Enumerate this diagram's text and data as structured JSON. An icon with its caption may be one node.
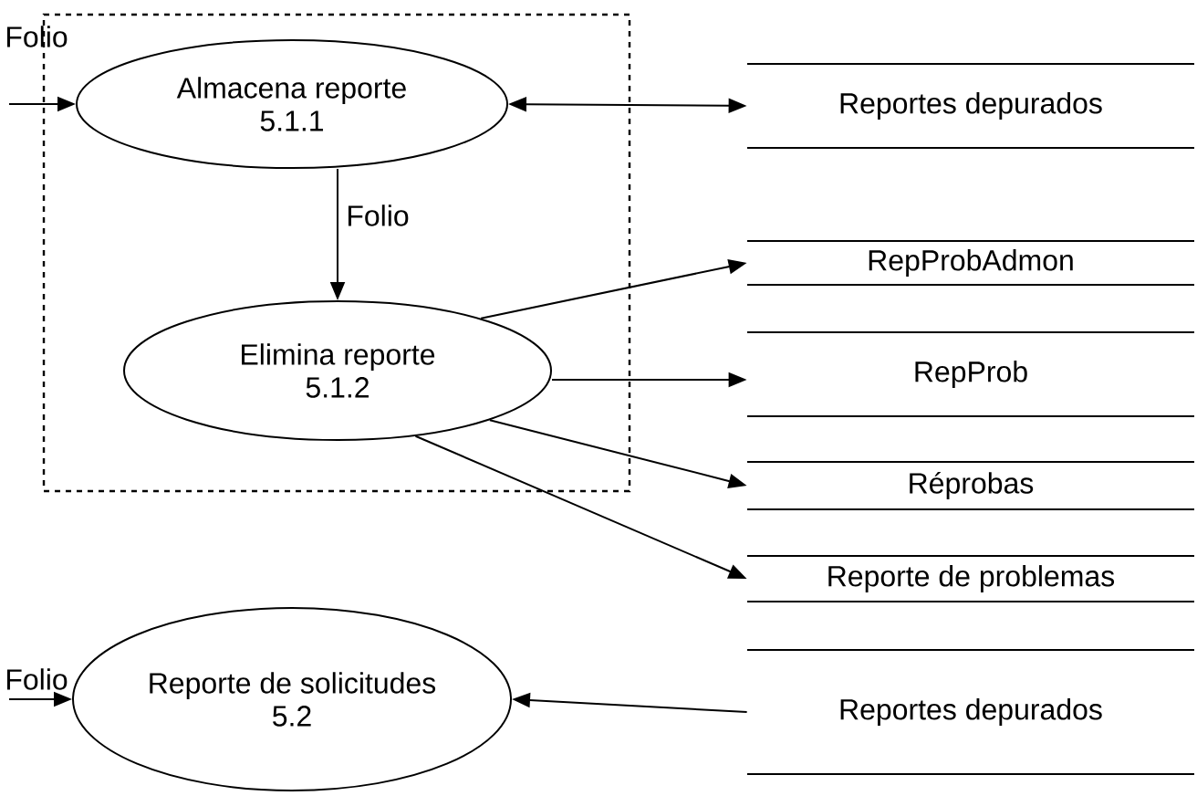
{
  "diagram": {
    "nodes": [
      {
        "text": [],
        "shape": "box"
      },
      {
        "text": [
          "Almacena reporte",
          "5.1.1"
        ],
        "in": 0
      },
      {
        "text": [
          "Elimina reporte",
          "5.1.2"
        ],
        "in": 0
      },
      {
        "text": [
          "Reporte de solicitudes",
          "5.2"
        ]
      },
      {
        "text": [
          "Reportes depurados"
        ]
      },
      {
        "text": [
          "RepProbAdmon"
        ]
      },
      {
        "text": [
          "RepProb"
        ]
      },
      {
        "text": [
          "Réprobas"
        ]
      },
      {
        "text": [
          "Reporte de problemas"
        ]
      },
      {
        "text": [
          "Reportes depurados"
        ]
      }
    ],
    "edges": [
      {
        "from": null,
        "to": 1,
        "arrow": "to",
        "label": "Folio"
      },
      {
        "from": 1,
        "to": 4,
        "arrow": "both"
      },
      {
        "from": 1,
        "to": 2,
        "arrow": "to",
        "label": "Folio"
      },
      {
        "from": 2,
        "to": 5,
        "arrow": "to"
      },
      {
        "from": 2,
        "to": 6,
        "arrow": "to"
      },
      {
        "from": 2,
        "to": 7,
        "arrow": "to"
      },
      {
        "from": 2,
        "to": 8,
        "arrow": "to"
      },
      {
        "from": null,
        "to": 3,
        "arrow": "to",
        "label": "Folio"
      },
      {
        "from": 9,
        "to": 3,
        "arrow": "to"
      }
    ]
  }
}
